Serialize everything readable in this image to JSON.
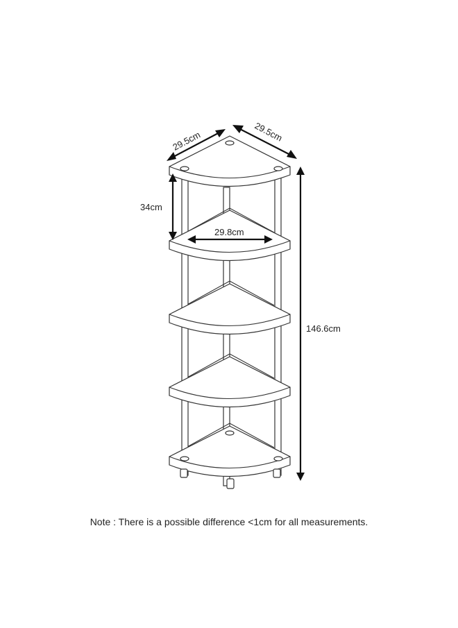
{
  "dimensions": {
    "top_left_width": "29.5cm",
    "top_right_width": "29.5cm",
    "shelf_spacing": "34cm",
    "shelf_front_width": "29.8cm",
    "total_height": "146.6cm"
  },
  "note": "Note : There is a possible difference <1cm for all measurements.",
  "shelf_count": 5,
  "colors": {
    "line": "#333333",
    "arrow": "#111111",
    "background": "#ffffff"
  }
}
